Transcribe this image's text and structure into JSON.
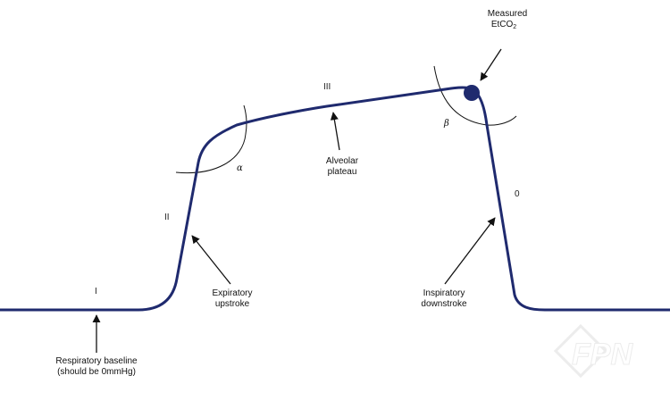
{
  "diagram": {
    "title": "Normal capnography waveform",
    "colors": {
      "waveform": "#1f2a6e",
      "marker": "#1f2a6e",
      "arrows": "#111111",
      "angle_arcs": "#111111"
    },
    "phases": [
      {
        "id": "I",
        "label": "I"
      },
      {
        "id": "II",
        "label": "II"
      },
      {
        "id": "III",
        "label": "III"
      },
      {
        "id": "0",
        "label": "0"
      }
    ],
    "angles": [
      {
        "id": "alpha",
        "label": "α"
      },
      {
        "id": "beta",
        "label": "β"
      }
    ],
    "annotations": {
      "measured_etco2": {
        "line1": "Measured",
        "line2_main": "EtCO",
        "line2_sub": "2"
      },
      "alveolar_plateau": {
        "line1": "Alveolar",
        "line2": "plateau"
      },
      "expiratory_upstroke": {
        "line1": "Expiratory",
        "line2": "upstroke"
      },
      "inspiratory_downstroke": {
        "line1": "Inspiratory",
        "line2": "downstroke"
      },
      "respiratory_baseline": {
        "line1": "Respiratory baseline",
        "line2": "(should be 0mmHg)"
      }
    },
    "watermark": "FPN"
  }
}
